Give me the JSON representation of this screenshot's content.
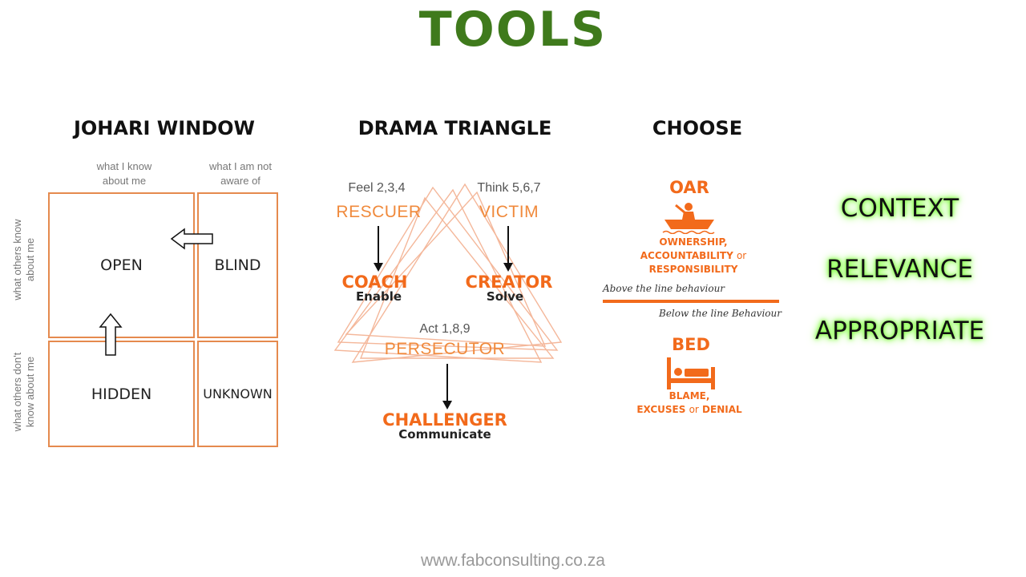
{
  "page": {
    "title": "TOOLS",
    "url": "www.fabconsulting.co.za"
  },
  "johari": {
    "heading": "JOHARI WINDOW",
    "col_labels": [
      "what I know\nabout me",
      "what I am not\naware of"
    ],
    "row_labels": [
      "what others know\nabout me",
      "what others don't\nknow about me"
    ],
    "quadrants": {
      "open": "OPEN",
      "blind": "BLIND",
      "hidden": "HIDDEN",
      "unknown": "UNKNOWN"
    },
    "border_color": "#e58a4e"
  },
  "drama": {
    "heading": "DRAMA TRIANGLE",
    "rescuer": {
      "note": "Feel 2,3,4",
      "role": "RESCUER",
      "becomes": "COACH",
      "action": "Enable"
    },
    "victim": {
      "note": "Think 5,6,7",
      "role": "VICTIM",
      "becomes": "CREATOR",
      "action": "Solve"
    },
    "persecutor": {
      "note": "Act 1,8,9",
      "role": "PERSECUTOR",
      "becomes": "CHALLENGER",
      "action": "Communicate"
    },
    "accent": "#f26a1b"
  },
  "choose": {
    "heading": "CHOOSE",
    "oar": {
      "title": "OAR",
      "line1": "OWNERSHIP,",
      "line2a": "ACCOUNTABILITY",
      "line2b": "or",
      "line3": "RESPONSIBILITY",
      "icon": "rowing-boat-icon"
    },
    "above": "Above the line behaviour",
    "below": "Below the line Behaviour",
    "bed": {
      "title": "BED",
      "line1": "BLAME,",
      "line2a": "EXCUSES",
      "line2b": "or",
      "line2c": "DENIAL",
      "icon": "bed-icon"
    }
  },
  "keywords": [
    "CONTEXT",
    "RELEVANCE",
    "APPROPRIATE"
  ],
  "glow_color": "#7cff3a"
}
